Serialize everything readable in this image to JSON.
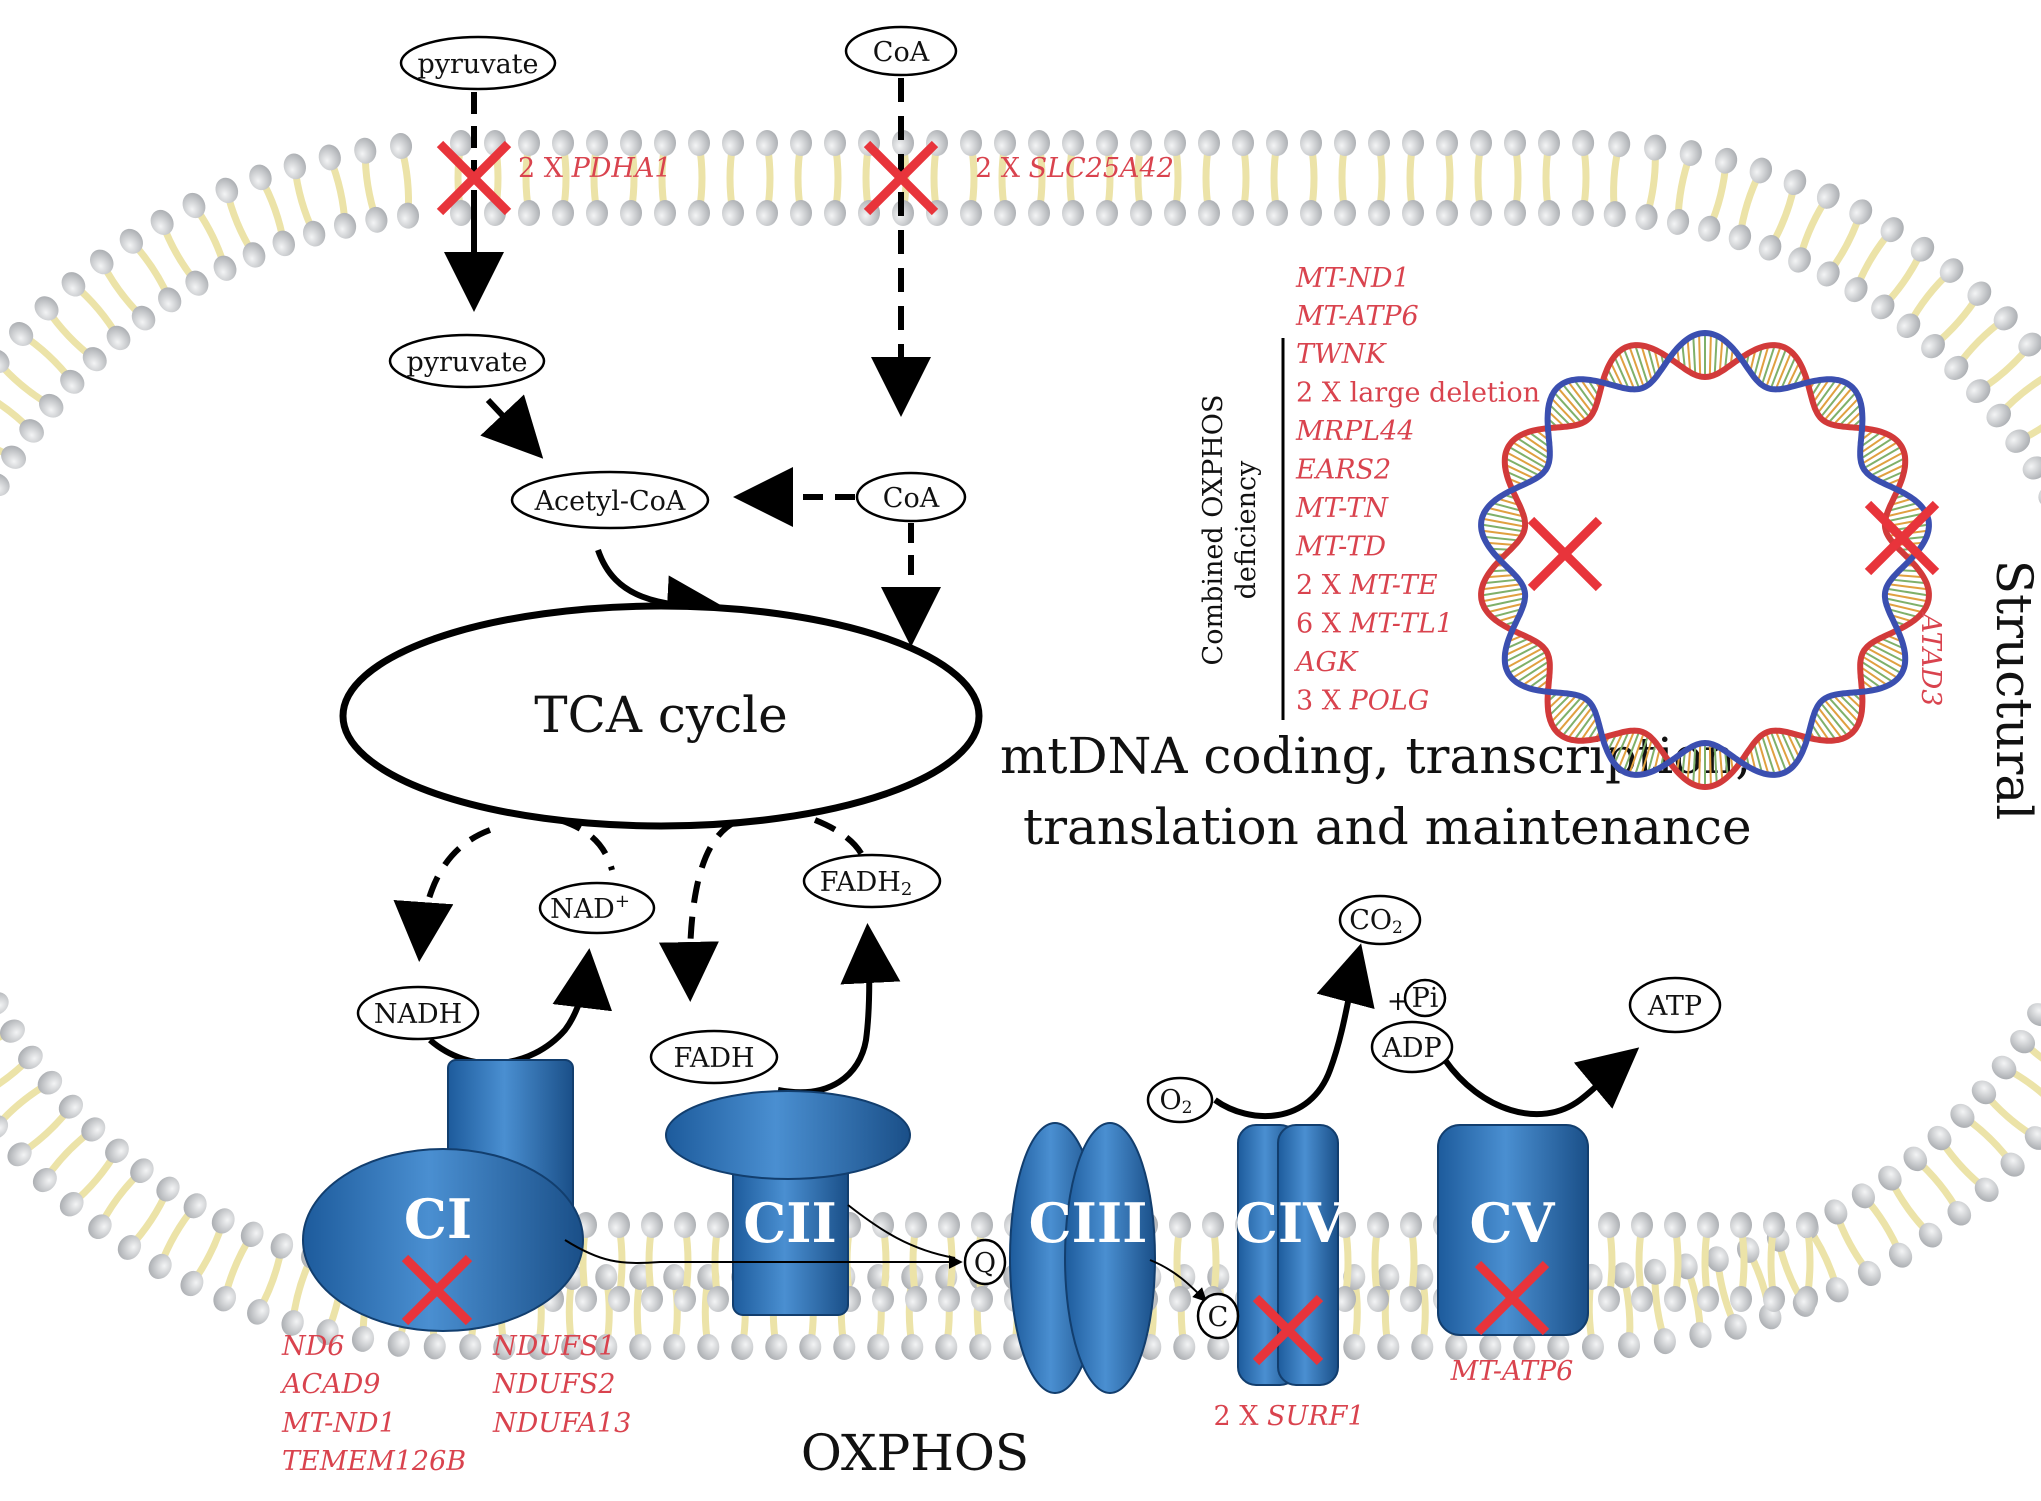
{
  "membrane_transport": {
    "pyruvate_outer": "pyruvate",
    "coa_outer": "CoA",
    "pdha1_prefix": "2 X ",
    "pdha1_gene": "PDHA1",
    "slc_prefix": "2 X ",
    "slc_gene": "SLC25A42"
  },
  "matrix": {
    "pyruvate_inner": "pyruvate",
    "acetyl_coa": "Acetyl-CoA",
    "coa_inner": "CoA",
    "tca": "TCA cycle",
    "nadh": "NADH",
    "nad": "NAD",
    "nad_sup": "+",
    "fadh": "FADH",
    "fadh2": "FADH",
    "fadh2_sub": "2",
    "o2": "O",
    "o2_sub": "2",
    "co2": "CO",
    "co2_sub": "2",
    "adp": "ADP",
    "plus": "+",
    "pi": "Pi",
    "atp": "ATP",
    "q": "Q",
    "c": "C"
  },
  "complexes": {
    "ci": "CI",
    "cii": "CII",
    "ciii": "CIII",
    "civ": "CIV",
    "cv": "CV"
  },
  "ci_genes_left": [
    "ND6",
    "ACAD9",
    "MT-ND1",
    "TEMEM126B"
  ],
  "ci_genes_right": [
    "NDUFS1",
    "NDUFS2",
    "NDUFA13"
  ],
  "civ_gene_prefix": "2 X ",
  "civ_gene": "SURF1",
  "cv_gene": "MT-ATP6",
  "oxphos_title": "OXPHOS",
  "mtdna": {
    "top_genes": [
      "MT-ND1",
      "MT-ATP6"
    ],
    "group_label_line1": "Combined OXPHOS",
    "group_label_line2": "deficiency",
    "combined_list": [
      {
        "prefix": "",
        "gene": "TWNK",
        "upright": ""
      },
      {
        "prefix": "",
        "gene": "",
        "upright": "2 X large deletion"
      },
      {
        "prefix": "",
        "gene": "MRPL44",
        "upright": ""
      },
      {
        "prefix": "",
        "gene": "EARS2",
        "upright": ""
      },
      {
        "prefix": "",
        "gene": "MT-TN",
        "upright": ""
      },
      {
        "prefix": "",
        "gene": "MT-TD",
        "upright": ""
      },
      {
        "prefix": "2 X ",
        "gene": "MT-TE",
        "upright": ""
      },
      {
        "prefix": "6 X ",
        "gene": "MT-TL1",
        "upright": ""
      },
      {
        "prefix": "",
        "gene": "AGK",
        "upright": ""
      },
      {
        "prefix": "3 X ",
        "gene": "POLG",
        "upright": ""
      }
    ],
    "title_line1": "mtDNA coding, transcription,",
    "title_line2": "translation and maintenance"
  },
  "structural": {
    "title": "Structural",
    "gene": "ATAD3"
  },
  "colors": {
    "complex_blue": "#2f6fb2",
    "complex_dark": "#1b4f8a",
    "gene_red": "#d9434e",
    "x_red": "#e8343b",
    "lipid_head": "#c7c9cc",
    "lipid_tail": "#ece3a8",
    "dna_red": "#d23a3a",
    "dna_blue": "#3b4fb0"
  },
  "icons": [
    "red-x-icon",
    "mtdna-circle-icon",
    "lipid-bilayer-icon"
  ]
}
